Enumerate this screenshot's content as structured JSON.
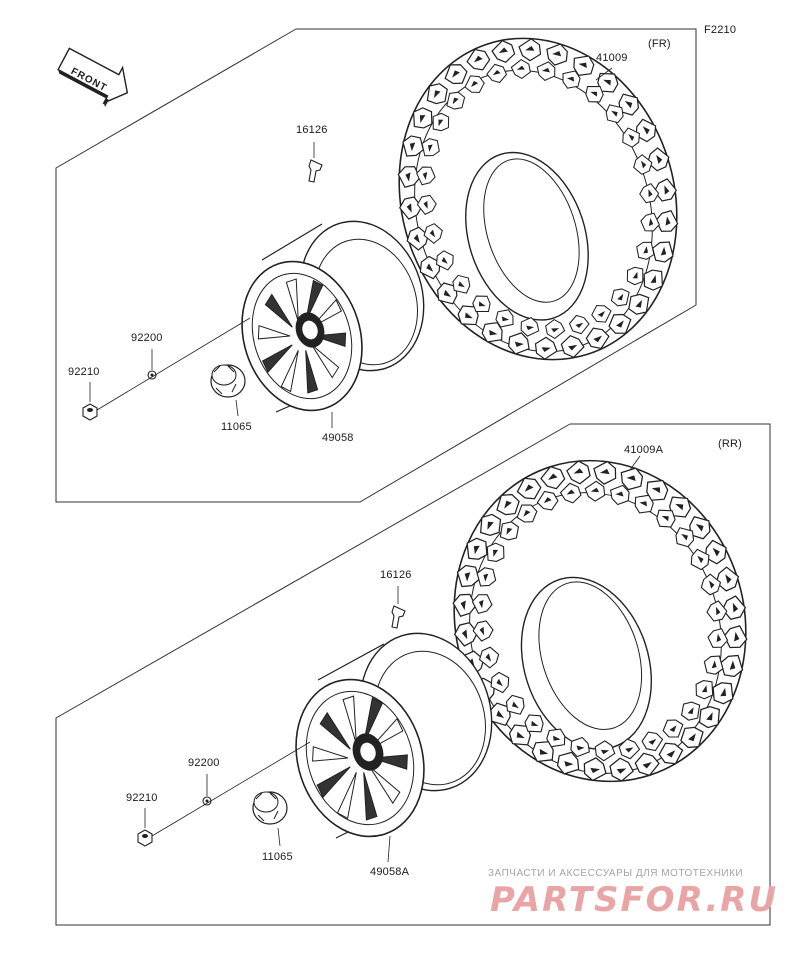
{
  "diagram_code": "F2210",
  "front_arrow_label": "FRONT",
  "sections": [
    {
      "position_label": "(FR)",
      "parts": {
        "tire": "41009",
        "valve": "16126",
        "wheel": "49058",
        "washer": "92200",
        "nut": "92210",
        "cap": "11065"
      }
    },
    {
      "position_label": "(RR)",
      "parts": {
        "tire": "41009A",
        "valve": "16126",
        "wheel": "49058A",
        "washer": "92200",
        "nut": "92210",
        "cap": "11065"
      }
    }
  ],
  "watermark": {
    "tagline": "ЗАПЧАСТИ И АКСЕССУАРЫ ДЛЯ МОТОТЕХНИКИ",
    "brand": "PARTSFOR.RU"
  }
}
